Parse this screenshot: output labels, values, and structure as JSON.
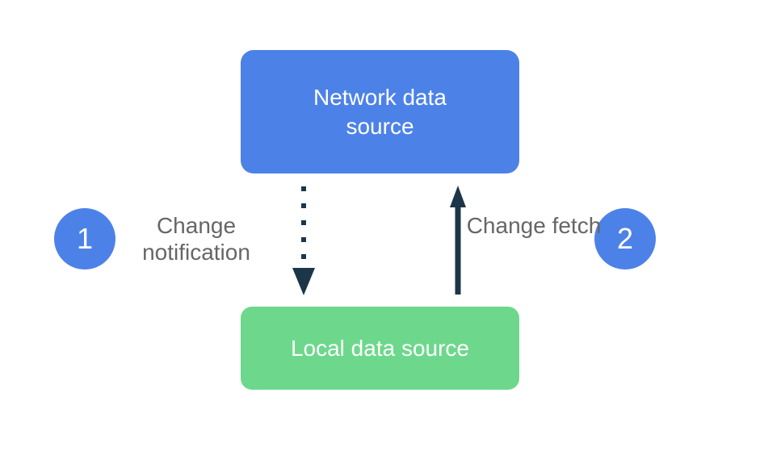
{
  "colors": {
    "background": "#ffffff",
    "box-blue": "#4c82e8",
    "box-green": "#6dd88c",
    "arrow-navy": "#1c3649",
    "label-gray": "#666666",
    "text-white": "#ffffff"
  },
  "diagram": {
    "network_box_label": "Network data source",
    "local_box_label": "Local data source",
    "step1_number": "1",
    "step1_label": "Change notification",
    "step2_number": "2",
    "step2_label": "Change fetch",
    "arrow_down_style": "dotted",
    "arrow_up_style": "solid"
  }
}
